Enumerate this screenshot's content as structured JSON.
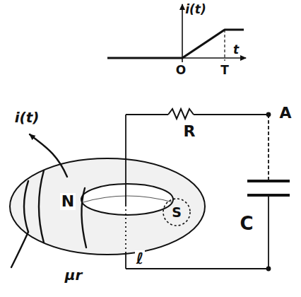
{
  "diagram": {
    "labels": [
      "i(t)",
      "t",
      "O",
      "T",
      "i(t)",
      "N",
      "S",
      "μr",
      "R",
      "A",
      "C",
      "ℓ"
    ]
  }
}
